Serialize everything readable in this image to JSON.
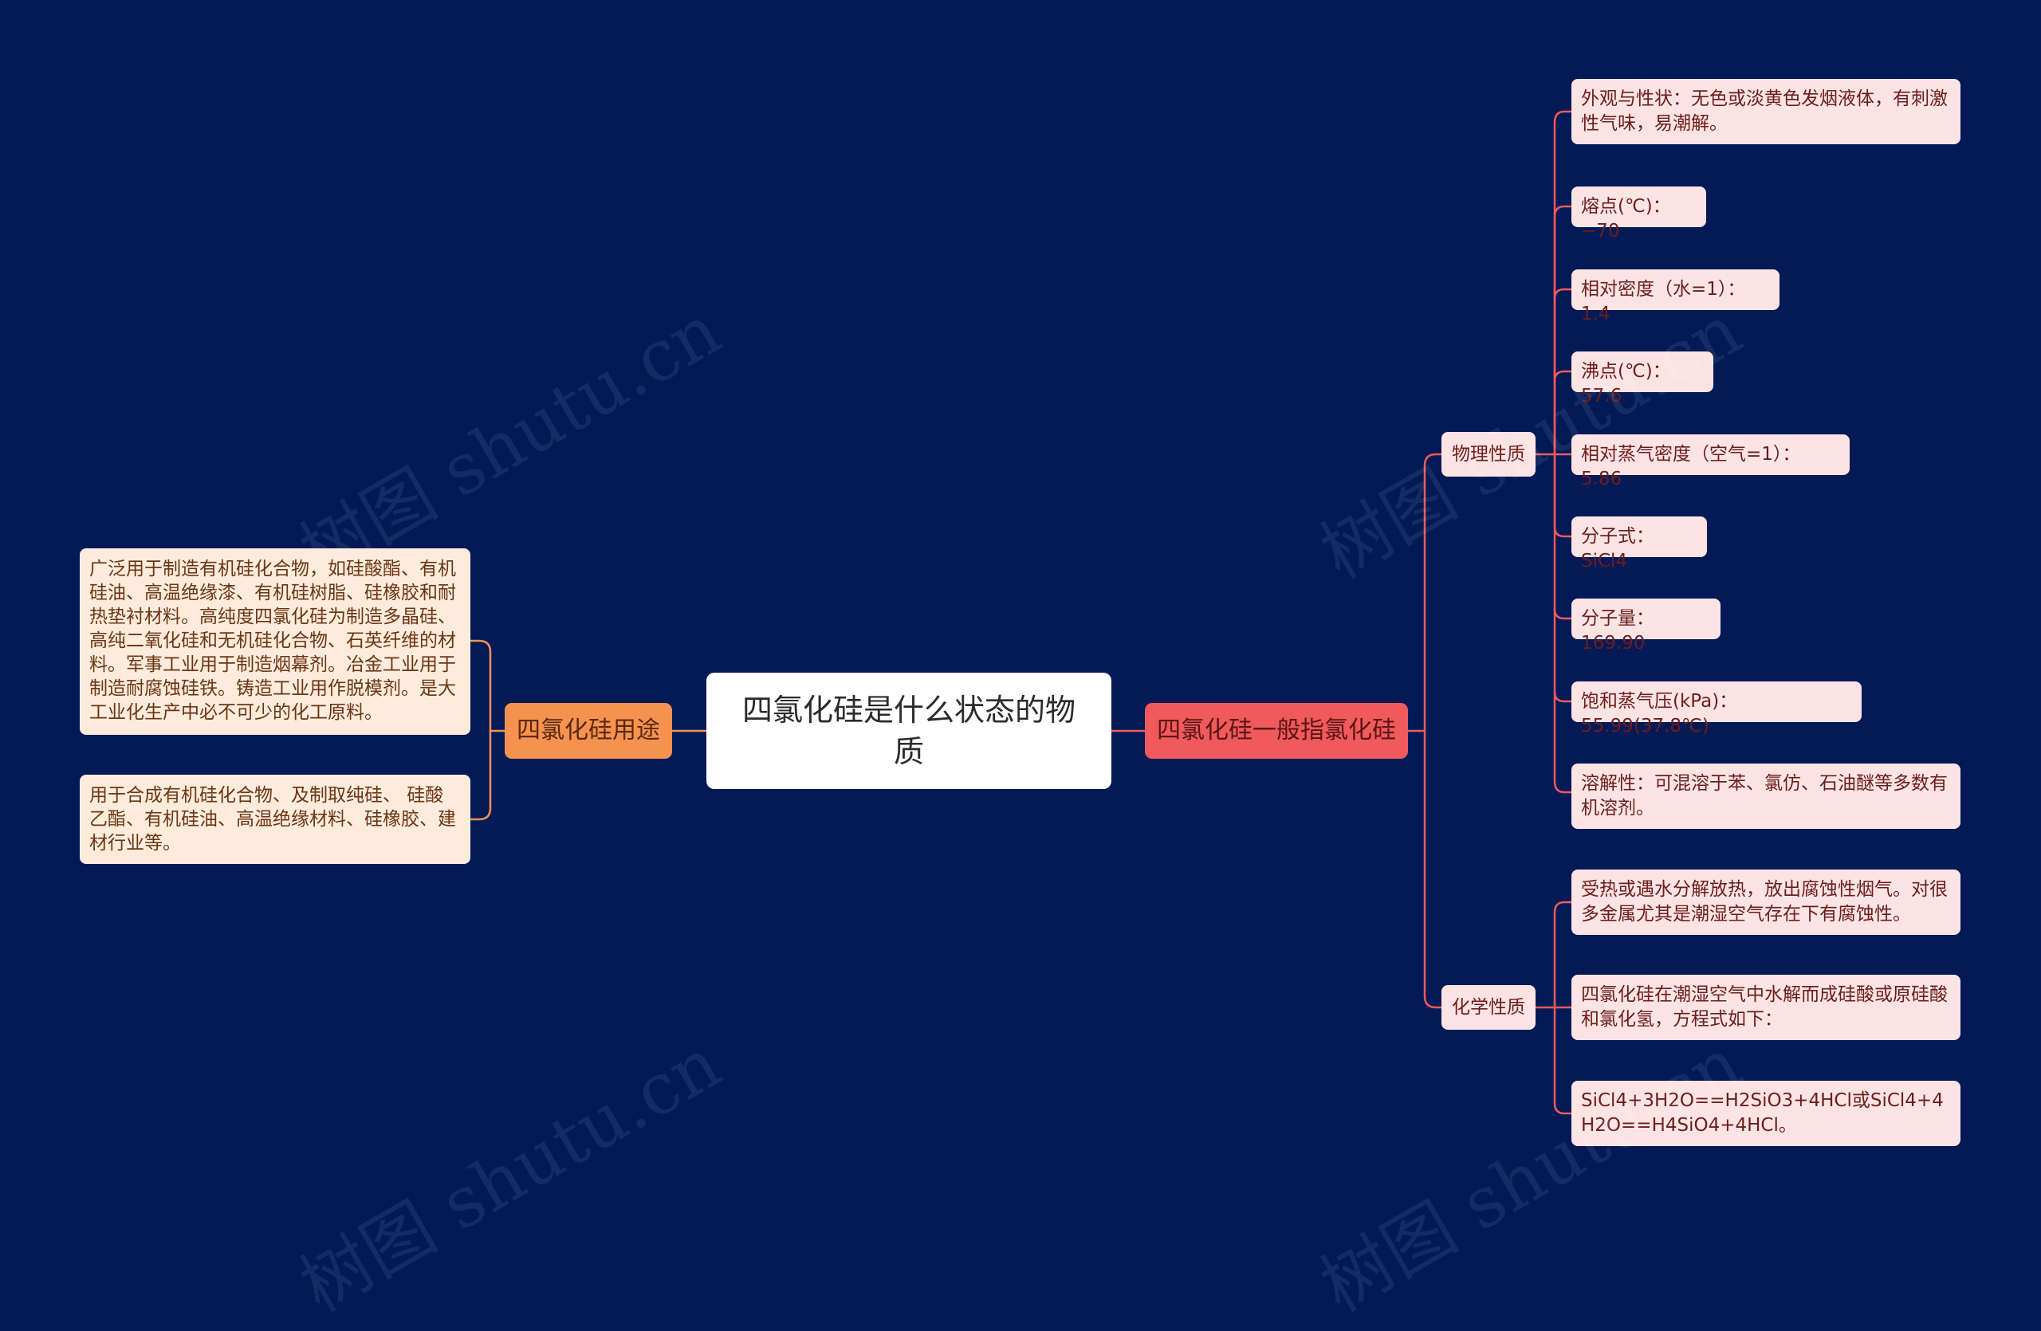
{
  "root": {
    "title": "四氯化硅是什么状态的物质"
  },
  "left_branch": {
    "label": "四氯化硅用途",
    "leaves": [
      "广泛用于制造有机硅化合物，如硅酸酯、有机硅油、高温绝缘漆、有机硅树脂、硅橡胶和耐热垫衬材料。高纯度四氯化硅为制造多晶硅、高纯二氧化硅和无机硅化合物、石英纤维的材料。军事工业用于制造烟幕剂。冶金工业用于制造耐腐蚀硅铁。铸造工业用作脱模剂。是大工业化生产中必不可少的化工原料。",
      "用于合成有机硅化合物、及制取纯硅、 硅酸乙酯、有机硅油、高温绝缘材料、硅橡胶、建材行业等。"
    ]
  },
  "right_branch": {
    "label": "四氯化硅一般指氯化硅",
    "physical": {
      "label": "物理性质",
      "leaves": [
        "外观与性状：无色或淡黄色发烟液体，有刺激性气味，易潮解。",
        "熔点(℃)：−70",
        "相对密度（水=1）：1.4",
        "沸点(℃)：57.6",
        "相对蒸气密度（空气=1）：5.86",
        "分子式：SiCl4",
        "分子量：169.90",
        "饱和蒸气压(kPa)：55.99(37.8℃)",
        "溶解性：可混溶于苯、氯仿、石油醚等多数有机溶剂。"
      ]
    },
    "chemical": {
      "label": "化学性质",
      "leaves": [
        "受热或遇水分解放热，放出腐蚀性烟气。对很多金属尤其是潮湿空气存在下有腐蚀性。",
        "四氯化硅在潮湿空气中水解而成硅酸或原硅酸和氯化氢，方程式如下：",
        "SiCl4+3H2O==H2SiO3+4HCl或SiCl4+4H2O==H4SiO4+4HCl。"
      ]
    }
  },
  "watermark": "树图 shutu.cn",
  "colors": {
    "background": "#031a57",
    "root_fill": "#ffffff",
    "left_branch_fill": "#f6924f",
    "right_branch_fill": "#f05a5b",
    "left_leaf_fill": "#fdecdc",
    "right_leaf_fill": "#fde4e4",
    "left_link": "#f6924f",
    "right_link": "#f05a5b"
  }
}
